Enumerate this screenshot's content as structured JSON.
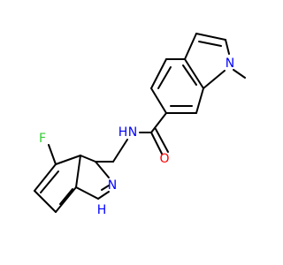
{
  "molecule": {
    "atom_labels": {
      "n_indole_methyl": "N",
      "n_amide": "N",
      "h_amide": "H",
      "o_carbonyl": "O",
      "f": "F",
      "nh_indole": "N",
      "h_indole": "H"
    },
    "colors": {
      "bond": "#000000",
      "nitrogen": "#0000ff",
      "oxygen": "#ff0000",
      "fluorine": "#33cc33"
    }
  }
}
